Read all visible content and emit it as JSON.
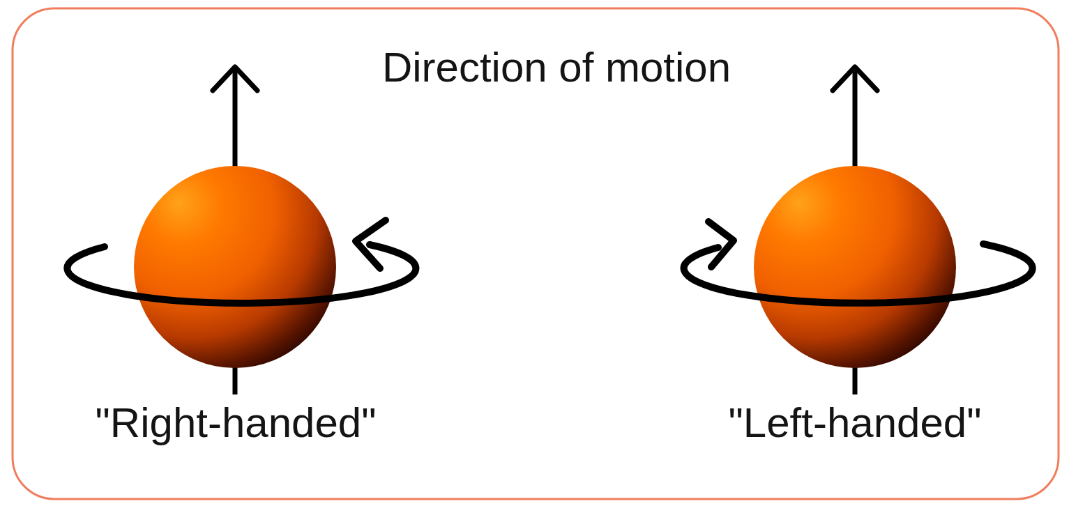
{
  "diagram": {
    "labels": [
      "Direction of motion",
      "\"Right-handed\"",
      "\"Left-handed\""
    ]
  }
}
